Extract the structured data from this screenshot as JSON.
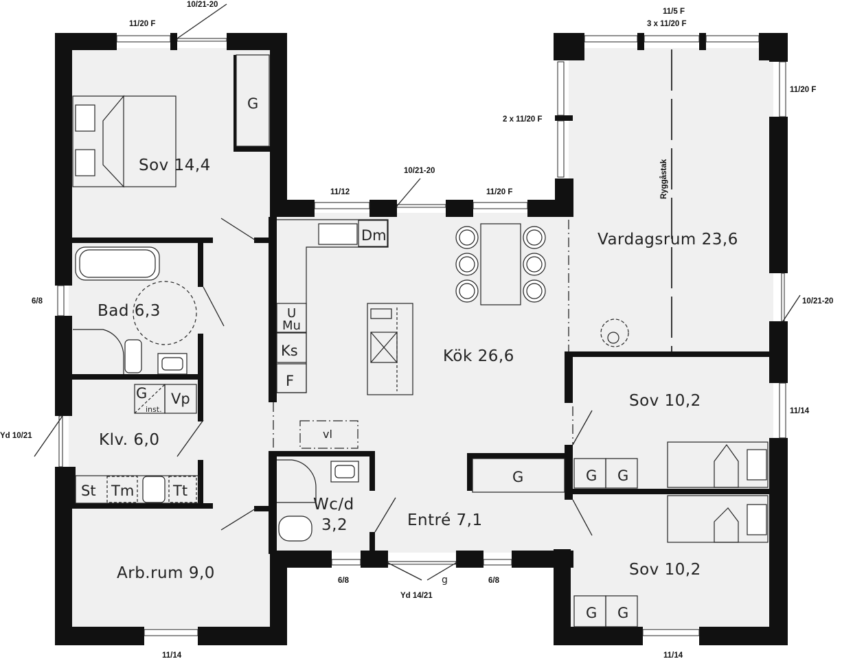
{
  "colors": {
    "wall": "#111111",
    "floor": "#f0f0f0",
    "line": "#222222",
    "background": "#ffffff"
  },
  "rooms": {
    "sov_master": "Sov 14,4",
    "bad": "Bad 6,3",
    "klv": "Klv. 6,0",
    "arbrum": "Arb.rum 9,0",
    "kok": "Kök 26,6",
    "vardagsrum": "Vardagsrum 23,6",
    "sov_2": "Sov 10,2",
    "sov_3": "Sov 10,2",
    "entre": "Entré 7,1",
    "wc_line1": "Wc/d",
    "wc_line2": "3,2"
  },
  "fixtures": {
    "g": "G",
    "dm": "Dm",
    "u": "U",
    "mu": "Mu",
    "ks": "Ks",
    "f": "F",
    "vl": "vl",
    "vp": "Vp",
    "inst": "inst.",
    "st": "St",
    "tm": "Tm",
    "tt": "Tt",
    "door_g": "g"
  },
  "openings": {
    "top_left_window": "11/20 F",
    "top_left_door": "10/21-20",
    "kitchen_window_left": "11/12",
    "kitchen_door": "10/21-20",
    "kitchen_window_right": "11/20 F",
    "living_top_1": "11/5 F",
    "living_top_2": "3 x 11/20 F",
    "living_left": "2 x 11/20 F",
    "living_right": "11/20 F",
    "living_right_door": "10/21-20",
    "bath_window": "6/8",
    "left_door": "Yd 10/21",
    "bedroom2_window": "11/14",
    "entry_window_left": "6/8",
    "entry_window_right": "6/8",
    "front_door": "Yd 14/21",
    "bottom_left_window": "11/14",
    "bottom_right_window": "11/14"
  },
  "annotations": {
    "ridge": "Ryggåstak"
  }
}
